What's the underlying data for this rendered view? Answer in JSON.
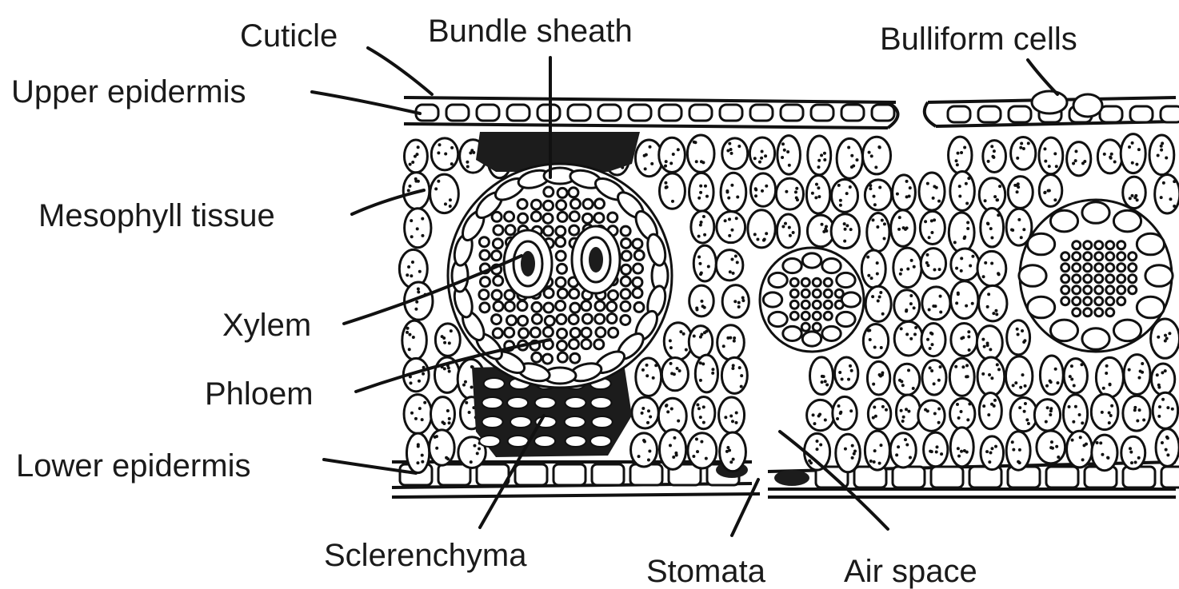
{
  "labels": {
    "cuticle": "Cuticle",
    "bundle_sheath": "Bundle sheath",
    "bulliform_cells": "Bulliform cells",
    "upper_epidermis": "Upper epidermis",
    "mesophyll_tissue": "Mesophyll tissue",
    "xylem": "Xylem",
    "phloem": "Phloem",
    "lower_epidermis": "Lower epidermis",
    "sclerenchyma": "Sclerenchyma",
    "stomata": "Stomata",
    "air_space": "Air space"
  },
  "colors": {
    "ink": "#111111",
    "paper": "#ffffff"
  }
}
